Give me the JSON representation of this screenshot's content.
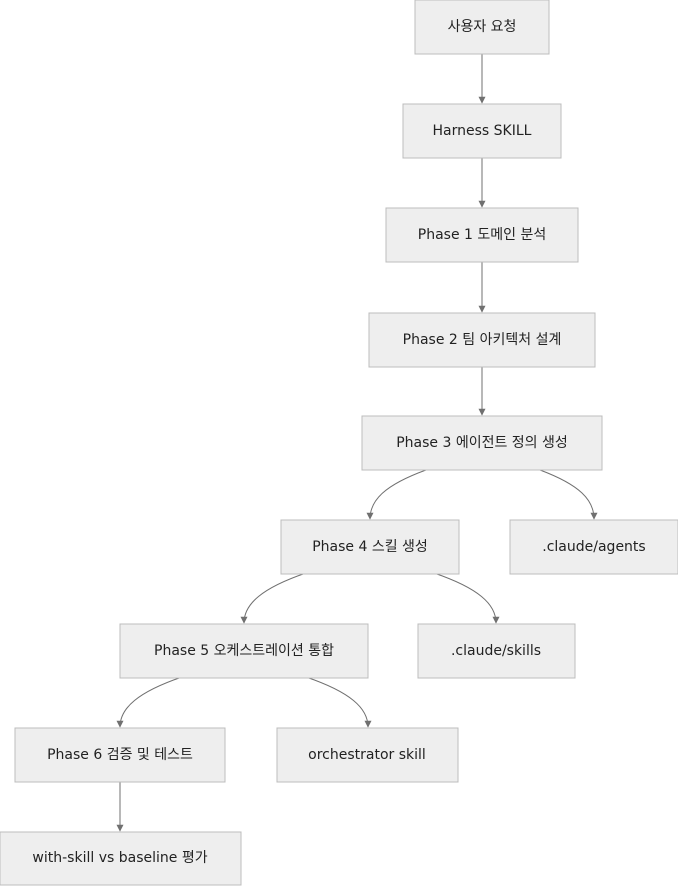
{
  "nodes": {
    "user_request": "사용자 요청",
    "harness_skill": "Harness SKILL",
    "phase1": "Phase 1 도메인 분석",
    "phase2": "Phase 2 팀 아키텍처 설계",
    "phase3": "Phase 3 에이전트 정의 생성",
    "agents_dir": ".claude/agents",
    "phase4": "Phase 4 스킬 생성",
    "skills_dir": ".claude/skills",
    "phase5": "Phase 5 오케스트레이션 통합",
    "orchestrator_skill": "orchestrator skill",
    "phase6": "Phase 6 검증 및 테스트",
    "evaluation": "with-skill vs baseline 평가"
  },
  "edges": [
    {
      "from": "user_request",
      "to": "harness_skill"
    },
    {
      "from": "harness_skill",
      "to": "phase1"
    },
    {
      "from": "phase1",
      "to": "phase2"
    },
    {
      "from": "phase2",
      "to": "phase3"
    },
    {
      "from": "phase3",
      "to": "phase4"
    },
    {
      "from": "phase3",
      "to": "agents_dir"
    },
    {
      "from": "phase4",
      "to": "phase5"
    },
    {
      "from": "phase4",
      "to": "skills_dir"
    },
    {
      "from": "phase5",
      "to": "phase6"
    },
    {
      "from": "phase5",
      "to": "orchestrator_skill"
    },
    {
      "from": "phase6",
      "to": "evaluation"
    }
  ],
  "colors": {
    "node_fill": "#eeeeee",
    "node_border": "#bdbdbd",
    "edge": "#707070",
    "text": "#222222"
  }
}
